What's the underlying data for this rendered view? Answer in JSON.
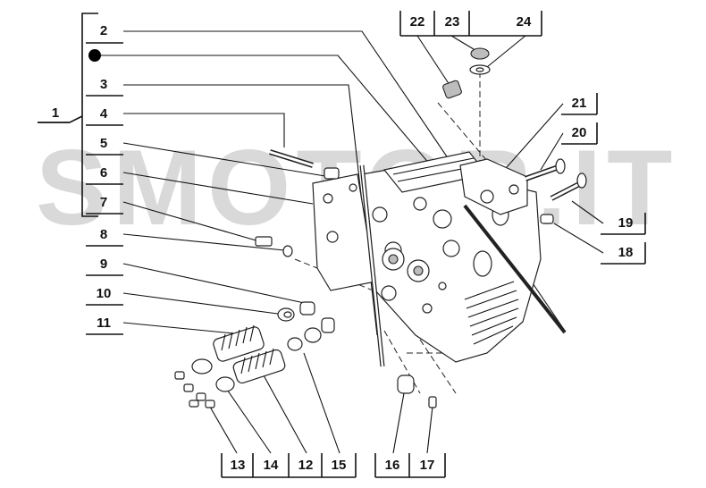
{
  "watermark": "SMOTOR.IT",
  "callouts": {
    "c1": "1",
    "c2": "2",
    "c3": "3",
    "c4": "4",
    "c5": "5",
    "c6": "6",
    "c7": "7",
    "c8": "8",
    "c9": "9",
    "c10": "10",
    "c11": "11",
    "c12": "12",
    "c13": "13",
    "c14": "14",
    "c15": "15",
    "c16": "16",
    "c17": "17",
    "c18": "18",
    "c19": "19",
    "c20": "20",
    "c21": "21",
    "c22": "22",
    "c23": "23",
    "c24": "24"
  }
}
